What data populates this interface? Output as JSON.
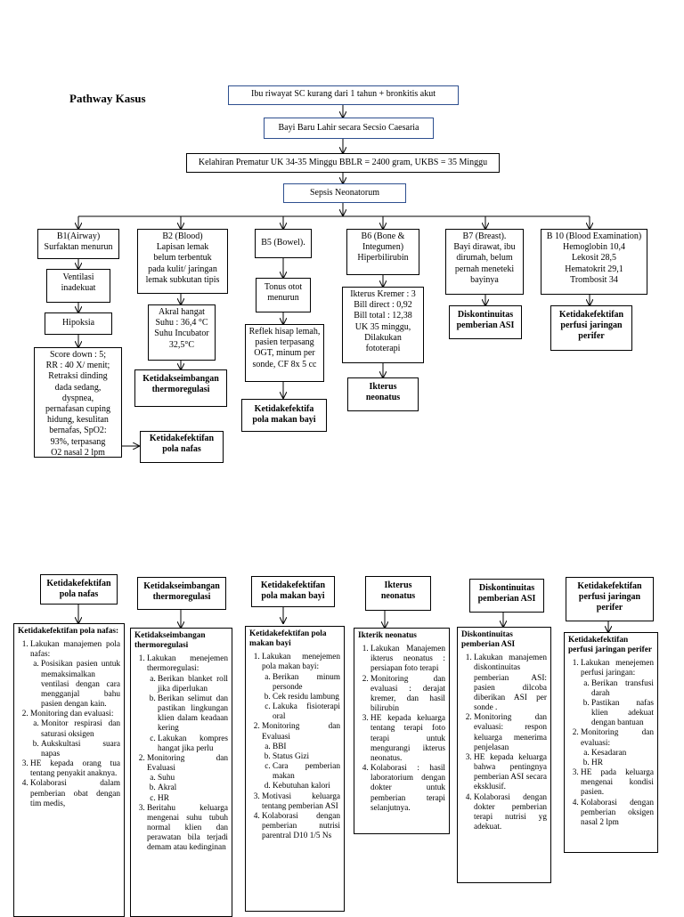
{
  "title": "Pathway Kasus",
  "top": {
    "history": "Ibu riwayat SC kurang dari 1 tahun + bronkitis akut",
    "birth": "Bayi Baru Lahir secara Secsio Caesaria",
    "prem": "Kelahiran Prematur  UK 34-35 Minggu BBLR = 2400 gram, UKBS = 35 Minggu",
    "sepsis": "Sepsis Neonatorum"
  },
  "b1": {
    "head": "B1(Airway)\nSurfaktan menurun",
    "s1": "Ventilasi\ninadekuat",
    "s2": "Hipoksia",
    "s3": "Score down : 5;\nRR : 40 X/ menit;\nRetraksi dinding\ndada sedang,\ndyspnea,\npernafasan cuping\nhidung, kesulitan\nbernafas, SpO2:\n93%, terpasang\nO2 nasal 2 lpm",
    "dx": "Ketidakefektifan\npola nafas"
  },
  "b2": {
    "head": "B2 (Blood)\nLapisan lemak\nbelum terbentuk\npada kulit/ jaringan\nlemak subkutan tipis",
    "s1": "Akral hangat\nSuhu : 36,4 °C\nSuhu Incubator\n32,5°C",
    "dx": "Ketidakseimbangan\nthermoregulasi"
  },
  "b5": {
    "head": "B5 (Bowel).",
    "s1": "Tonus otot\nmenurun",
    "s2": "Reflek hisap lemah,\npasien terpasang\nOGT, minum per\nsonde, CF 8x 5 cc",
    "dx": "Ketidakefektifa\npola makan bayi"
  },
  "b6": {
    "head": "B6 (Bone &\nIntegumen)\nHiperbilirubin",
    "s1": "Ikterus Kremer : 3\nBill direct : 0,92\nBill total : 12,38\nUK 35 minggu,\nDilakukan\nfototerapi",
    "dx": "Ikterus\nneonatus"
  },
  "b7": {
    "head": "B7 (Breast).\nBayi dirawat, ibu\ndirumah, belum\npernah meneteki\nbayinya",
    "dx": "Diskontinuitas\npemberian ASI"
  },
  "b10": {
    "head": "B 10 (Blood Examination)\nHemoglobin 10,4\nLekosit 28,5\nHematokrit 29,1\nTrombosit  34",
    "dx": "Ketidakefektifan\nperfusi jaringan\nperifer"
  },
  "columns": [
    {
      "header": "Ketidakefektifan\npola nafas",
      "title": "Ketidakefektifan pola nafas:",
      "items": [
        {
          "t": "Lakukan manajemen pola nafas:",
          "sub": [
            "Posisikan pasien untuk memaksimalkan ventilasi dengan cara mengganjal bahu pasien dengan kain."
          ]
        },
        {
          "t": "Monitoring dan evaluasi:",
          "sub": [
            "Monitor respirasi dan saturasi oksigen",
            "Aukskultasi suara napas"
          ]
        },
        {
          "t": "HE kepada orang tua tentang penyakit anaknya.",
          "sub": []
        },
        {
          "t": "Kolaborasi dalam pemberian obat dengan tim medis,",
          "sub": []
        }
      ]
    },
    {
      "header": "Ketidakseimbangan\nthermoregulasi",
      "title": "Ketidakseimbangan thermoregulasi",
      "items": [
        {
          "t": "Lakukan menejemen thermoregulasi:",
          "sub": [
            "Berikan blanket roll jika diperlukan",
            "Berikan selimut dan pastikan lingkungan klien dalam keadaan kering",
            "Lakukan kompres hangat jika perlu"
          ]
        },
        {
          "t": "Monitoring dan Evaluasi",
          "sub": [
            "Suhu",
            "Akral",
            "HR"
          ]
        },
        {
          "t": "Beritahu keluarga mengenai suhu tubuh normal klien dan perawatan bila terjadi demam atau kedinginan",
          "sub": []
        }
      ]
    },
    {
      "header": "Ketidakefektifan\npola makan bayi",
      "title": "Ketidakefektifan pola makan bayi",
      "items": [
        {
          "t": "Lakukan menejemen pola makan bayi:",
          "sub": [
            "Berikan minum personde",
            "Cek residu lambung",
            "Lakuka fisioterapi oral"
          ]
        },
        {
          "t": "Monitoring dan Evaluasi",
          "sub": [
            "BBI",
            "Status Gizi",
            "Cara pemberian makan",
            "Kebutuhan kalori"
          ]
        },
        {
          "t": "Motivasi keluarga tentang pemberian ASI",
          "sub": []
        },
        {
          "t": "Kolaborasi dengan pemberian nutrisi parentral D10 1/5  Ns",
          "sub": []
        }
      ]
    },
    {
      "header": "Ikterus\nneonatus",
      "title": "Ikterik neonatus",
      "items": [
        {
          "t": "Lakukan Manajemen ikterus neonatus : persiapan foto terapi",
          "sub": []
        },
        {
          "t": "Monitoring dan evaluasi : derajat kremer, dan hasil bilirubin",
          "sub": []
        },
        {
          "t": "HE kepada keluarga tentang terapi foto terapi untuk mengurangi ikterus neonatus.",
          "sub": []
        },
        {
          "t": "Kolaborasi : hasil laboratorium dengan dokter untuk pemberian terapi selanjutnya.",
          "sub": []
        }
      ]
    },
    {
      "header": "Diskontinuitas\npemberian ASI",
      "title": "Diskontinuitas pemberian ASI",
      "items": [
        {
          "t": "Lakukan manajemen diskontinuitas pemberian ASI: pasien dilcoba diberikan ASI per sonde .",
          "sub": []
        },
        {
          "t": "Monitoring dan evaluasi: respon keluarga menerima penjelasan",
          "sub": []
        },
        {
          "t": "HE kepada keluarga bahwa pentingnya pemberian ASI secara eksklusif.",
          "sub": []
        },
        {
          "t": "Kolaborasi dengan dokter pemberian terapi nutrisi yg adekuat.",
          "sub": []
        }
      ]
    },
    {
      "header": "Ketidakefektifan\nperfusi jaringan\nperifer",
      "title": "Ketidakefektifan perfusi jaringan perifer",
      "items": [
        {
          "t": "Lakukan menejemen perfusi jaringan:",
          "sub": [
            "Berikan transfusi darah",
            "Pastikan nafas klien adekuat dengan bantuan"
          ]
        },
        {
          "t": "Monitoring dan evaluasi:",
          "sub": [
            "Kesadaran",
            "HR"
          ]
        },
        {
          "t": "HE pada keluarga mengenai kondisi pasien.",
          "sub": []
        },
        {
          "t": "Kolaborasi dengan pemberian oksigen nasal 2 lpm",
          "sub": []
        }
      ]
    }
  ]
}
